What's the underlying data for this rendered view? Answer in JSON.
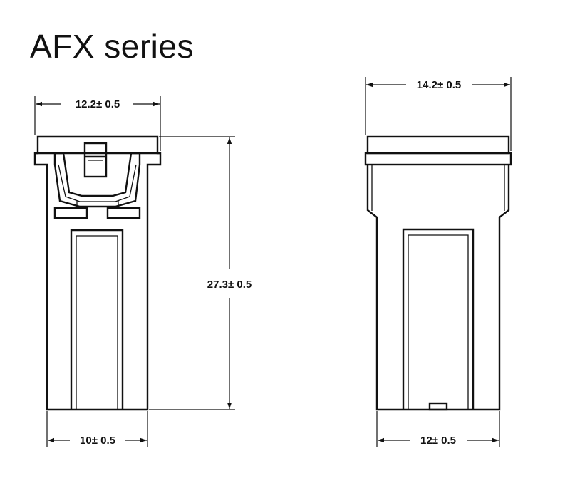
{
  "title": "AFX series",
  "left_view": {
    "top_width_label": "12.2± 0.5",
    "height_label": "27.3± 0.5",
    "bottom_width_label": "10± 0.5"
  },
  "right_view": {
    "top_width_label": "14.2± 0.5",
    "bottom_width_label": "12± 0.5"
  },
  "colors": {
    "line": "#111111",
    "background": "#ffffff"
  }
}
